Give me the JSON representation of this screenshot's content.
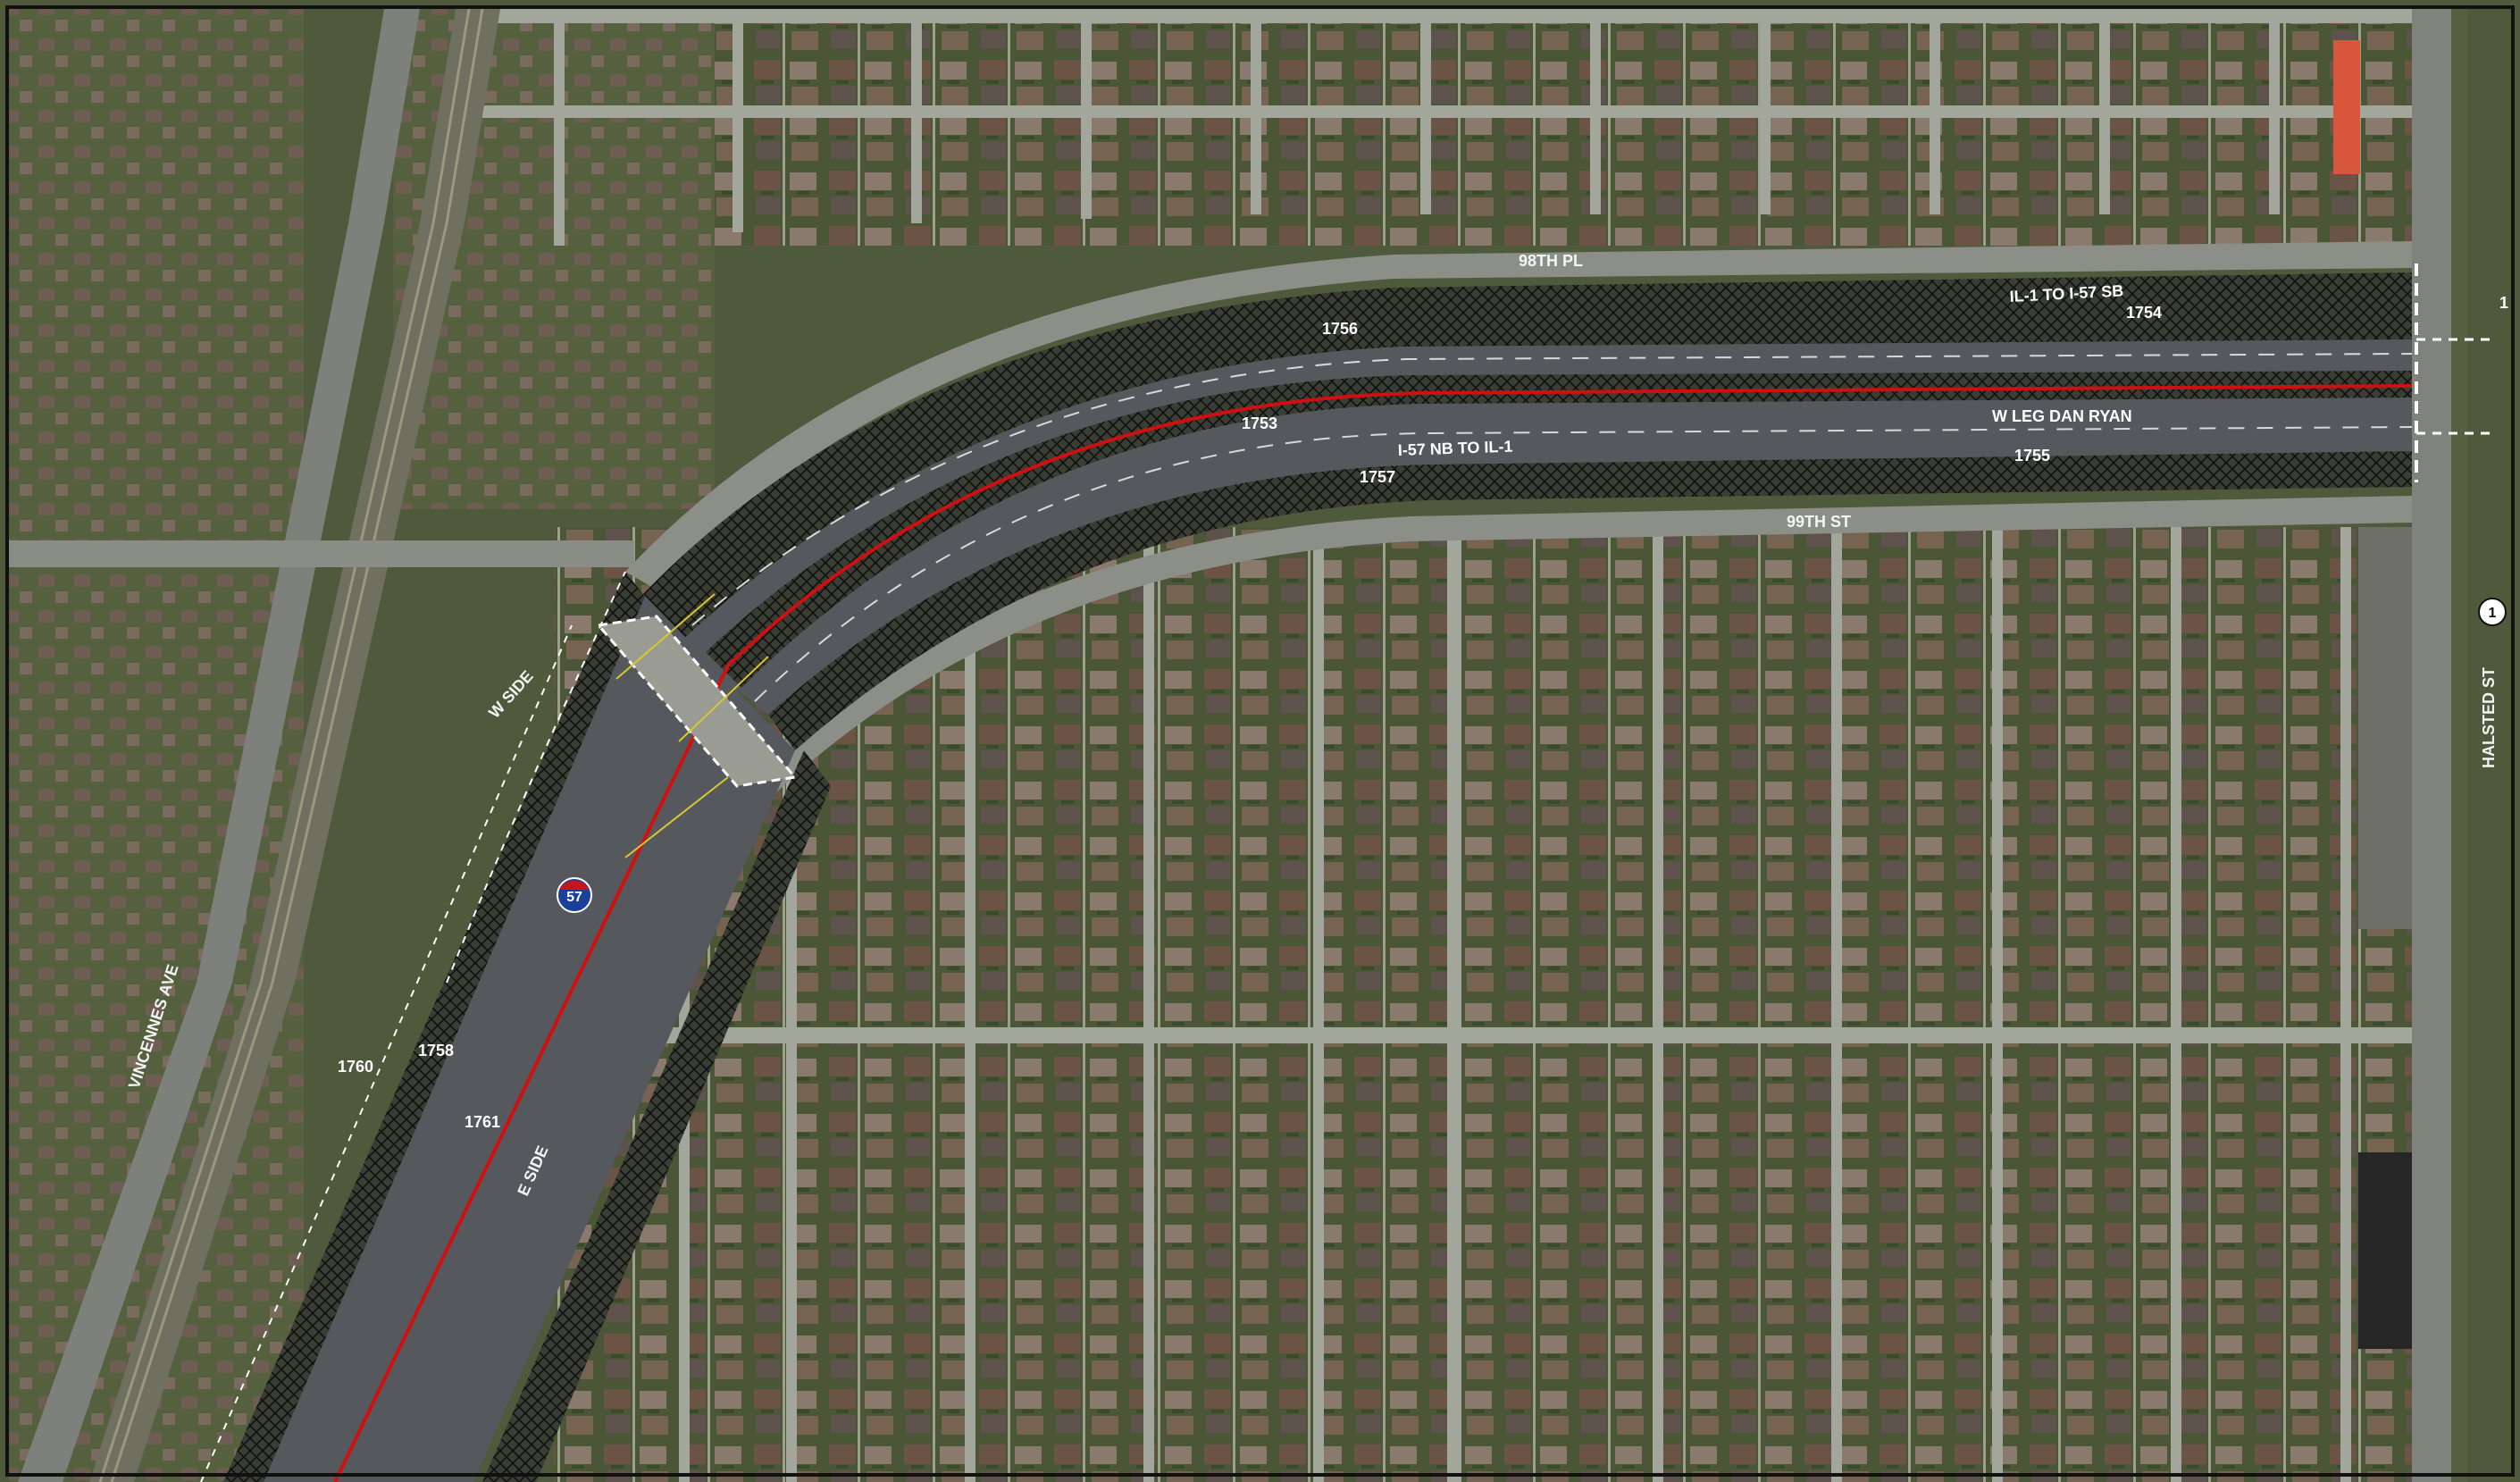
{
  "map": {
    "street_labels": {
      "st_98th_pl": "98TH PL",
      "st_99th_st": "99TH ST",
      "w_side": "W SIDE",
      "e_side": "E SIDE",
      "vincennes_ave": "VINCENNES AVE",
      "halsted_st": "HALSTED ST"
    },
    "roadway_labels": {
      "il1_to_i57_sb": "IL-1 TO I-57 SB",
      "i57_nb_to_il1": "I-57 NB TO IL-1",
      "w_leg_dan_ryan": "W LEG DAN RYAN"
    },
    "structure_numbers": {
      "s1753": "1753",
      "s1754": "1754",
      "s1755": "1755",
      "s1756": "1756",
      "s1757": "1757",
      "s1758": "1758",
      "s1760": "1760",
      "s1761": "1761",
      "edge_1": "1"
    },
    "route_shields": {
      "interstate": "57",
      "state_route": "1"
    },
    "colors": {
      "alignment_red": "#d01010",
      "hatch": "#111111",
      "pavement": "#55585c",
      "ground": "#4f5a3c"
    }
  }
}
